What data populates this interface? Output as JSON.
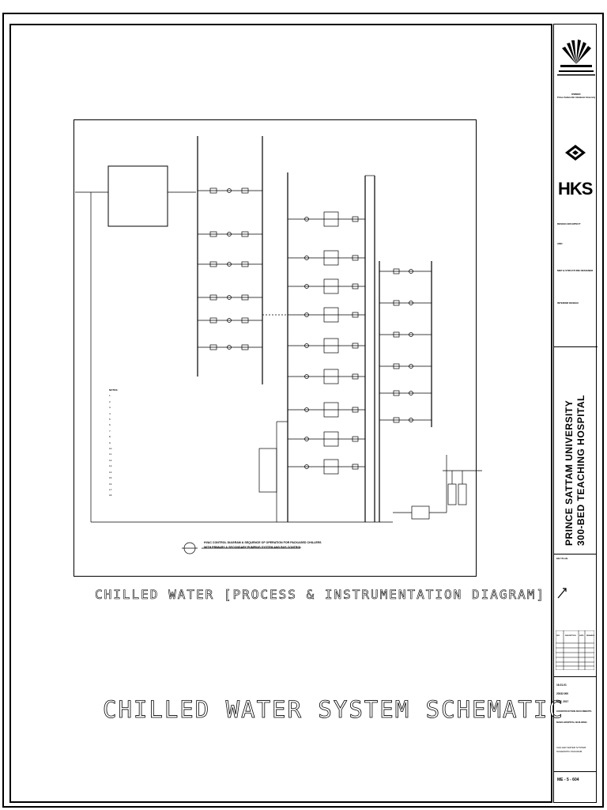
{
  "drawing": {
    "sub_title": "CHILLED WATER  [PROCESS & INSTRUMENTATION DIAGRAM]",
    "main_title": "CHILLED WATER SYSTEM  SCHEMATIC",
    "control_caption_1": "HVAC CONTROL DIAGRAM & SEQUENCE OF OPERATION FOR PACKAGED CHILLERS",
    "control_caption_2": "WITH PRIMARY & SECONDARY PUMPING SYSTEM AND BUS CONTROL",
    "notes_heading": "NOTES:",
    "notes": [
      "1.",
      "2.",
      "3.",
      "4.",
      "5.",
      "6.",
      "7.",
      "8.",
      "9.",
      "10.",
      "11.",
      "12.",
      "13.",
      "14.",
      "15.",
      "16.",
      "17.",
      "18."
    ]
  },
  "title_block": {
    "owner_heading": "OWNER",
    "university_name": "Prince Sattam Bin Abdulaziz University",
    "hks_logo": "HKS",
    "design_architect": "DESIGN ARCHITECT",
    "and_label": "AND",
    "mep_structure": "MEP & STRUCTURE DESIGNER",
    "interior_design": "INTERIOR DESIGN",
    "project_line_1": "PRINCE SATTAM UNIVERSITY",
    "project_line_2": "300-BED TEACHING HOSPITAL",
    "key_plan": "KEY PLAN",
    "rev_headers": [
      "REV",
      "DESCRIPTION",
      "DATE",
      "REMARKS"
    ],
    "project_number": "16-01-01",
    "project_ref": "20332.000",
    "issue_date": "MAY, 2017",
    "phase": "CONSTRUCTION DOCUMENTS",
    "building": "MAIN HOSPITAL BUILDING",
    "sheet_title_1": "CHILLED WATER SYSTEM",
    "sheet_title_2": "SCHEMATIC DIAGRAM",
    "sheet_number": "ME - 5 - 604"
  }
}
